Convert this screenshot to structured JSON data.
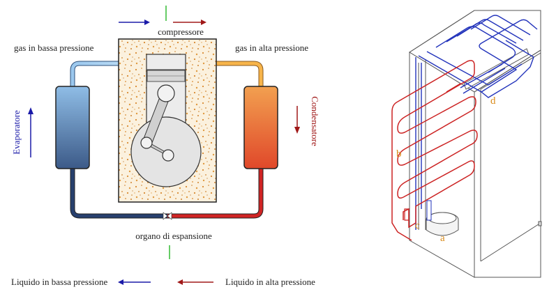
{
  "left_diagram": {
    "compressor_label": "compressore",
    "low_pressure_gas_label": "gas in bassa pressione",
    "high_pressure_gas_label": "gas in alta pressione",
    "evaporator_label": "Evaporatore",
    "condenser_label": "Condensatore",
    "expansion_label": "organo di espansione",
    "low_pressure_liquid_label": "Liquido in bassa pressione",
    "high_pressure_liquid_label": "Liquido in alta pressione"
  },
  "right_diagram": {
    "label_a": "a",
    "label_b": "b",
    "label_c": "c",
    "label_d": "d"
  },
  "colors": {
    "blue_arrow": "#1a1aa8",
    "red_arrow": "#a01818",
    "green_tick": "#33bb33",
    "label_orange": "#d98a18",
    "hot_line": "#cc2222",
    "cold_line": "#2233bb"
  }
}
